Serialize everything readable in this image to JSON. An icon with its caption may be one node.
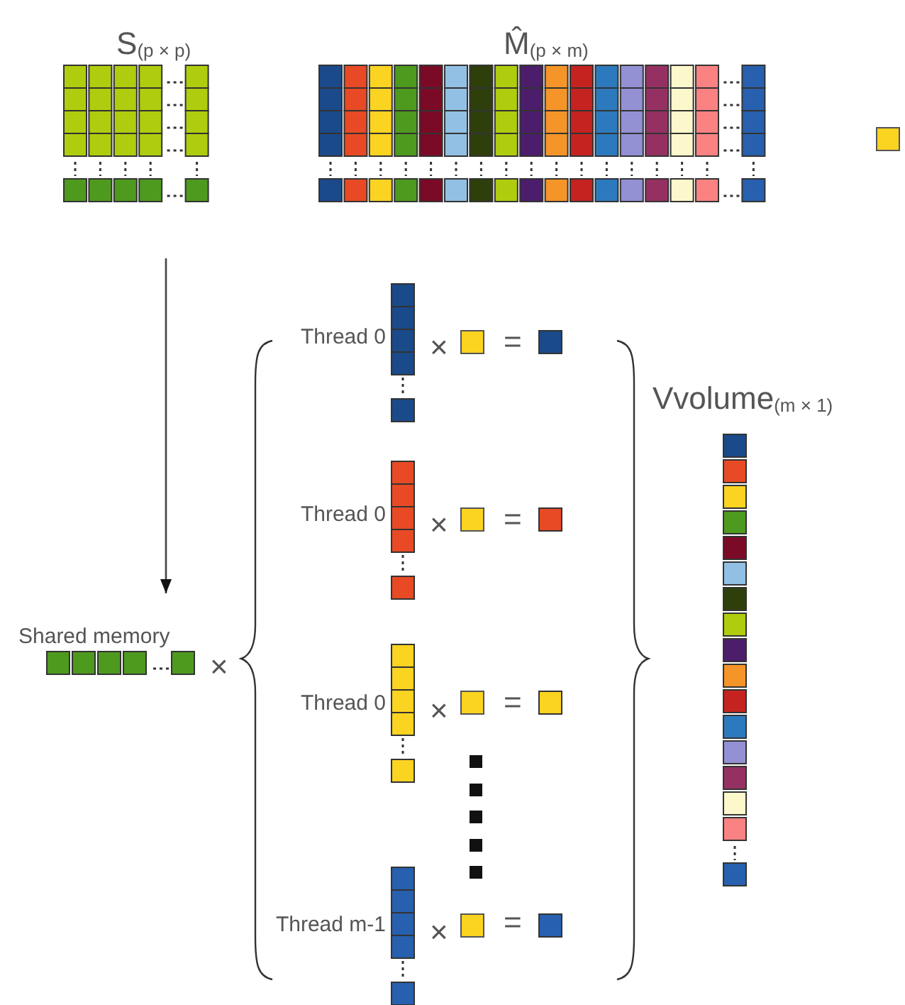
{
  "diagram": {
    "nodes": [
      {
        "text": [
          "S$_{(p × p)}$"
        ]
      },
      {
        "text": [
          "M̂$_{(p × m)}$"
        ]
      },
      {
        "text": [
          "Shared memory"
        ]
      },
      {
        "text": [
          "Vvolume$_{(m × 1)}$"
        ]
      }
    ],
    "edges": [
      {
        "from": 0,
        "to": 2,
        "arrow": "to"
      }
    ],
    "labels": [
      "Thread 0",
      "×",
      "=",
      "Thread 0",
      "×",
      "=",
      "×",
      "Thread 0",
      "×",
      "=",
      "Thread m-1",
      "×",
      "="
    ]
  }
}
